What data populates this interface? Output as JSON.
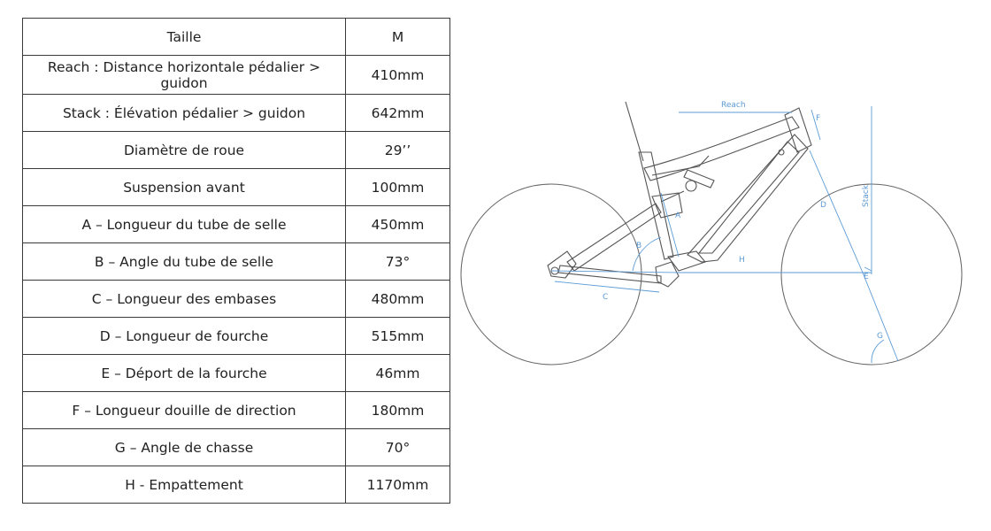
{
  "table": {
    "header": {
      "label": "Taille",
      "value": "M"
    },
    "rows": [
      {
        "label": "Reach : Distance horizontale pédalier > guidon",
        "value": "410mm"
      },
      {
        "label": "Stack : Élévation pédalier > guidon",
        "value": "642mm"
      },
      {
        "label": "Diamètre de roue",
        "value": "29’’"
      },
      {
        "label": "Suspension avant",
        "value": "100mm"
      },
      {
        "label": "A – Longueur du tube de selle",
        "value": "450mm"
      },
      {
        "label": "B – Angle du tube de selle",
        "value": "73°"
      },
      {
        "label": "C – Longueur des embases",
        "value": "480mm"
      },
      {
        "label": "D – Longueur de fourche",
        "value": "515mm"
      },
      {
        "label": "E – Déport de la fourche",
        "value": "46mm"
      },
      {
        "label": "F – Longueur douille de direction",
        "value": "180mm"
      },
      {
        "label": "G – Angle de chasse",
        "value": "70°"
      },
      {
        "label": "H - Empattement",
        "value": "1170mm"
      }
    ]
  },
  "diagram": {
    "labels": {
      "reach": "Reach",
      "stack": "Stack",
      "a": "A",
      "b": "B",
      "c": "C",
      "d": "D",
      "e": "E",
      "f": "F",
      "g": "G",
      "h": "H"
    },
    "colors": {
      "frame": "#555555",
      "dimension": "#5b9bd5"
    }
  }
}
